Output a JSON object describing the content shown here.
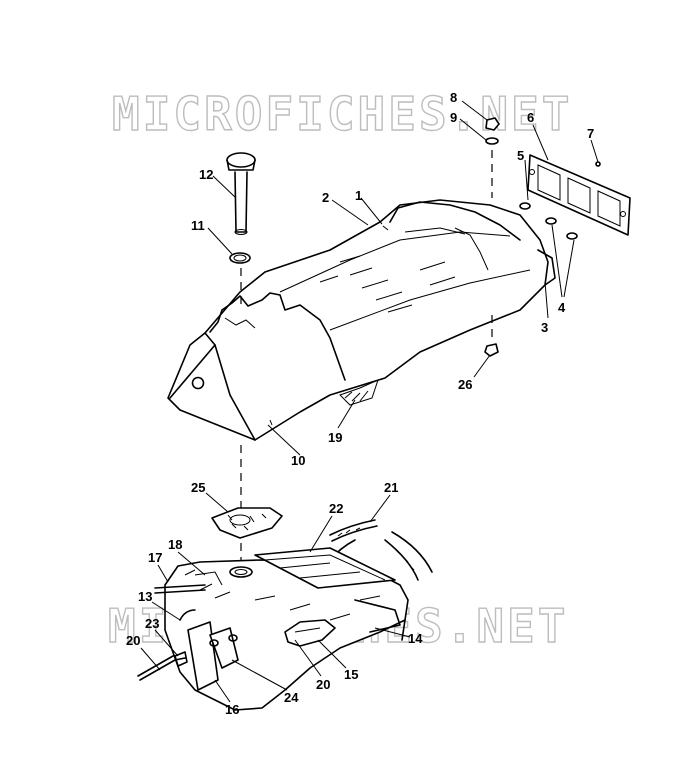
{
  "watermark": {
    "text": "MICROFICHES.NET",
    "color": "#bdbdbd"
  },
  "callouts": [
    {
      "id": "c1",
      "label": "1"
    },
    {
      "id": "c2",
      "label": "2"
    },
    {
      "id": "c3",
      "label": "3"
    },
    {
      "id": "c4",
      "label": "4"
    },
    {
      "id": "c5",
      "label": "5"
    },
    {
      "id": "c6",
      "label": "6"
    },
    {
      "id": "c7",
      "label": "7"
    },
    {
      "id": "c8",
      "label": "8"
    },
    {
      "id": "c9",
      "label": "9"
    },
    {
      "id": "c10",
      "label": "10"
    },
    {
      "id": "c11",
      "label": "11"
    },
    {
      "id": "c12",
      "label": "12"
    },
    {
      "id": "c13",
      "label": "13"
    },
    {
      "id": "c14",
      "label": "14"
    },
    {
      "id": "c15",
      "label": "15"
    },
    {
      "id": "c16",
      "label": "16"
    },
    {
      "id": "c17",
      "label": "17"
    },
    {
      "id": "c18",
      "label": "18"
    },
    {
      "id": "c19",
      "label": "19"
    },
    {
      "id": "c20a",
      "label": "20"
    },
    {
      "id": "c20b",
      "label": "20"
    },
    {
      "id": "c21",
      "label": "21"
    },
    {
      "id": "c22",
      "label": "22"
    },
    {
      "id": "c23",
      "label": "23"
    },
    {
      "id": "c24",
      "label": "24"
    },
    {
      "id": "c25",
      "label": "25"
    },
    {
      "id": "c26",
      "label": "26"
    }
  ]
}
